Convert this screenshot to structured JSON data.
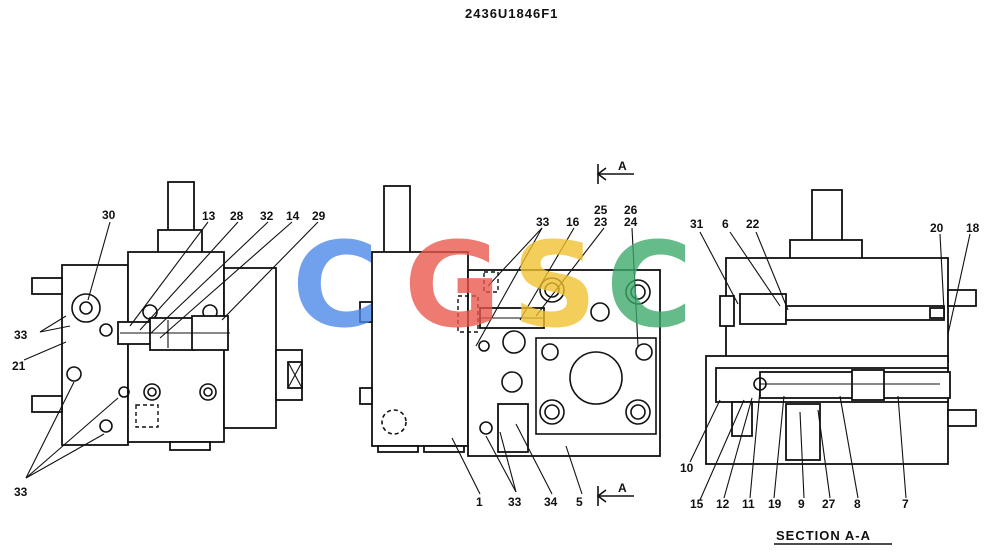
{
  "drawing_number": "2436U1846F1",
  "section_caption": "SECTION A-A",
  "section_marker": "A",
  "watermark": {
    "letters": [
      "C",
      "G",
      "S",
      "C"
    ],
    "colors": [
      "#4a86e8",
      "#e8574a",
      "#f2c12e",
      "#3aaa6a"
    ]
  },
  "left_view_labels": [
    "30",
    "13",
    "28",
    "32",
    "14",
    "29",
    "33",
    "21",
    "33"
  ],
  "middle_view_labels": [
    "33",
    "16",
    "25",
    "23",
    "26",
    "24",
    "1",
    "33",
    "34",
    "5"
  ],
  "right_view_labels": [
    "31",
    "6",
    "22",
    "20",
    "18",
    "10",
    "15",
    "12",
    "11",
    "19",
    "9",
    "27",
    "8",
    "7"
  ]
}
